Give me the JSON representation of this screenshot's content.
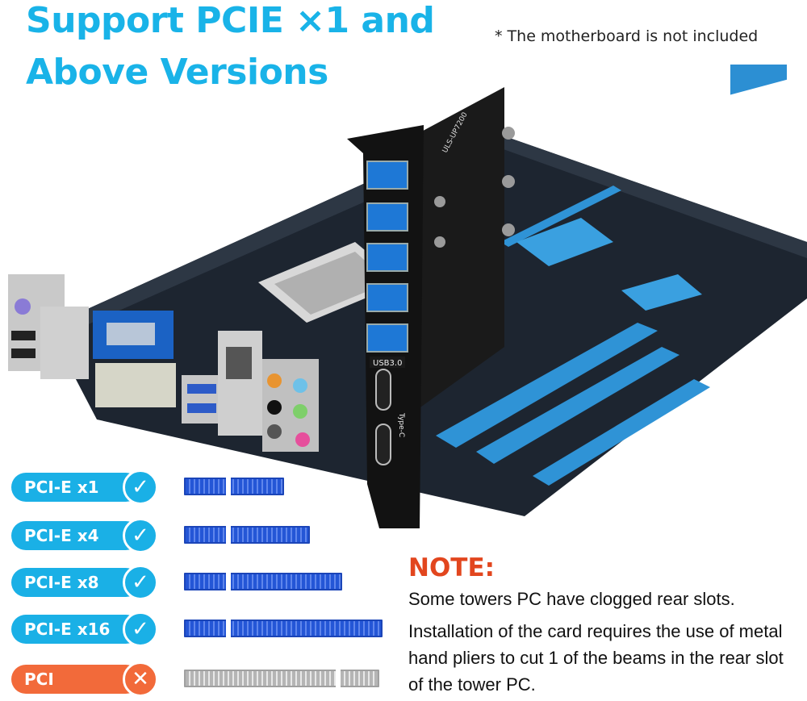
{
  "headline": "Support PCIE ×1 and Above Versions",
  "disclaimer": "* The motherboard is not included",
  "card": {
    "model": "ULS-UP7200",
    "usb_label": "USB3.0",
    "typec_label": "Type-C"
  },
  "compatibility": [
    {
      "label": "PCI-E  x1",
      "supported": true,
      "icon": "check-icon"
    },
    {
      "label": "PCI-E  x4",
      "supported": true,
      "icon": "check-icon"
    },
    {
      "label": "PCI-E  x8",
      "supported": true,
      "icon": "check-icon"
    },
    {
      "label": "PCI-E  x16",
      "supported": true,
      "icon": "check-icon"
    },
    {
      "label": "PCI",
      "supported": false,
      "icon": "cross-icon"
    }
  ],
  "note": {
    "title": "NOTE:",
    "line1": "Some towers PC have clogged rear slots.",
    "body": "Installation of the card requires the use of metal hand pliers to cut 1 of the beams in the rear slot of the tower PC."
  },
  "colors": {
    "brand_blue": "#19b3e8",
    "ok": "#1ab0e6",
    "no": "#f26a3a",
    "note_red": "#e2461e"
  }
}
